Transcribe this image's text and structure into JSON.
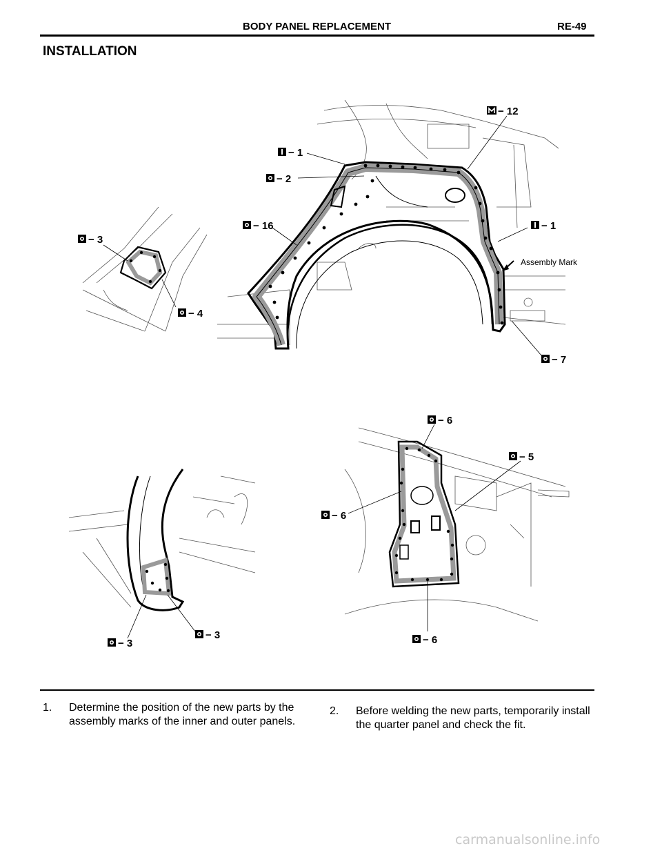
{
  "header": {
    "title": "BODY PANEL REPLACEMENT",
    "page_code": "RE-49"
  },
  "section": {
    "title": "INSTALLATION"
  },
  "figure1": {
    "callouts": [
      {
        "symbol": "I",
        "label": "− 1"
      },
      {
        "symbol": "O",
        "label": "− 2"
      },
      {
        "symbol": "M",
        "label": "− 12"
      },
      {
        "symbol": "O",
        "label": "− 16"
      },
      {
        "symbol": "O",
        "label": "− 3"
      },
      {
        "symbol": "O",
        "label": "− 4"
      },
      {
        "symbol": "I",
        "label": "− 1"
      },
      {
        "symbol": "O",
        "label": "− 7"
      }
    ],
    "assembly_mark": "Assembly Mark"
  },
  "figure2": {
    "callouts": [
      {
        "symbol": "O",
        "label": "− 3"
      },
      {
        "symbol": "O",
        "label": "− 3"
      }
    ]
  },
  "figure3": {
    "callouts": [
      {
        "symbol": "O",
        "label": "− 6"
      },
      {
        "symbol": "O",
        "label": "− 5"
      },
      {
        "symbol": "O",
        "label": "− 6"
      },
      {
        "symbol": "O",
        "label": "− 6"
      }
    ]
  },
  "steps": [
    {
      "number": "1.",
      "text": "Determine the position of the new parts by the assembly marks of the inner and outer panels."
    },
    {
      "number": "2.",
      "text": "Before welding the new parts, temporarily install the quarter panel and check the fit."
    }
  ],
  "watermark": "carmanualsonline.info"
}
